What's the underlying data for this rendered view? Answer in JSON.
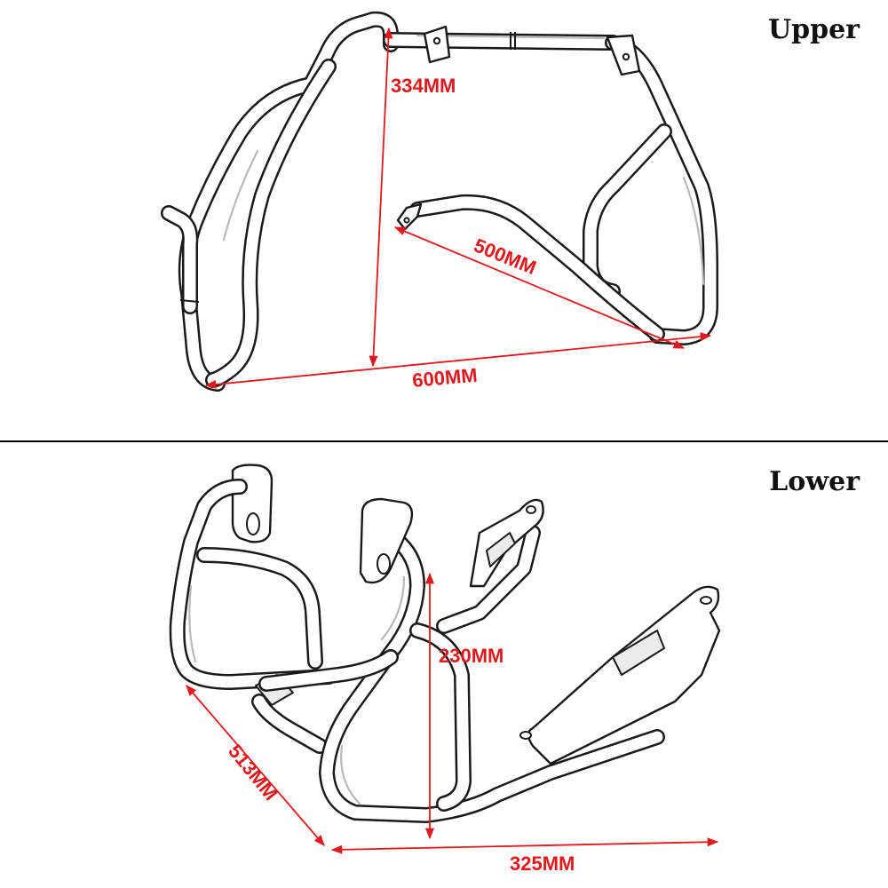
{
  "upper": {
    "title": "Upper",
    "dimensions": {
      "height": "334MM",
      "depth": "500MM",
      "width": "600MM"
    }
  },
  "lower": {
    "title": "Lower",
    "dimensions": {
      "height": "230MM",
      "depth": "513MM",
      "width": "325MM"
    }
  },
  "colors": {
    "dimension_label": "#e0191e",
    "line_art": "#1a1a1a",
    "divider": "#000000"
  }
}
